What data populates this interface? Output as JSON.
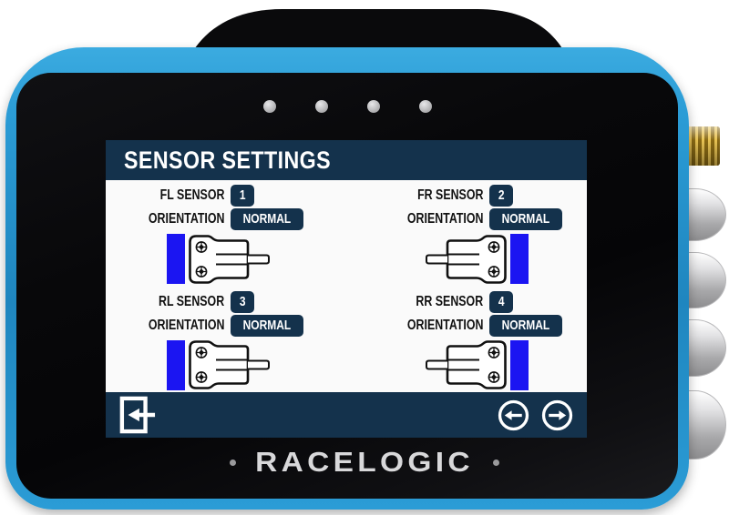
{
  "device": {
    "brand": "RACELOGIC",
    "led_count": 4
  },
  "colors": {
    "navy": "#14324C",
    "screen_blue": "#1B15F2",
    "device_blue": "#2B9CD6",
    "device_blue_hi": "#3BABE0",
    "gold": "#C9A43C",
    "led_grey": "#ACACAE",
    "brand_grey": "#D8D8DA"
  },
  "screen": {
    "title": "SENSOR SETTINGS",
    "orientation_label": "ORIENTATION",
    "sensors": [
      {
        "label": "FL SENSOR",
        "channel": "1",
        "orientation": "NORMAL",
        "side": "left"
      },
      {
        "label": "FR SENSOR",
        "channel": "2",
        "orientation": "NORMAL",
        "side": "right"
      },
      {
        "label": "RL SENSOR",
        "channel": "3",
        "orientation": "NORMAL",
        "side": "left"
      },
      {
        "label": "RR SENSOR",
        "channel": "4",
        "orientation": "NORMAL",
        "side": "right"
      }
    ],
    "footer_icons": [
      "exit-icon",
      "arrow-left-icon",
      "arrow-right-icon"
    ]
  }
}
